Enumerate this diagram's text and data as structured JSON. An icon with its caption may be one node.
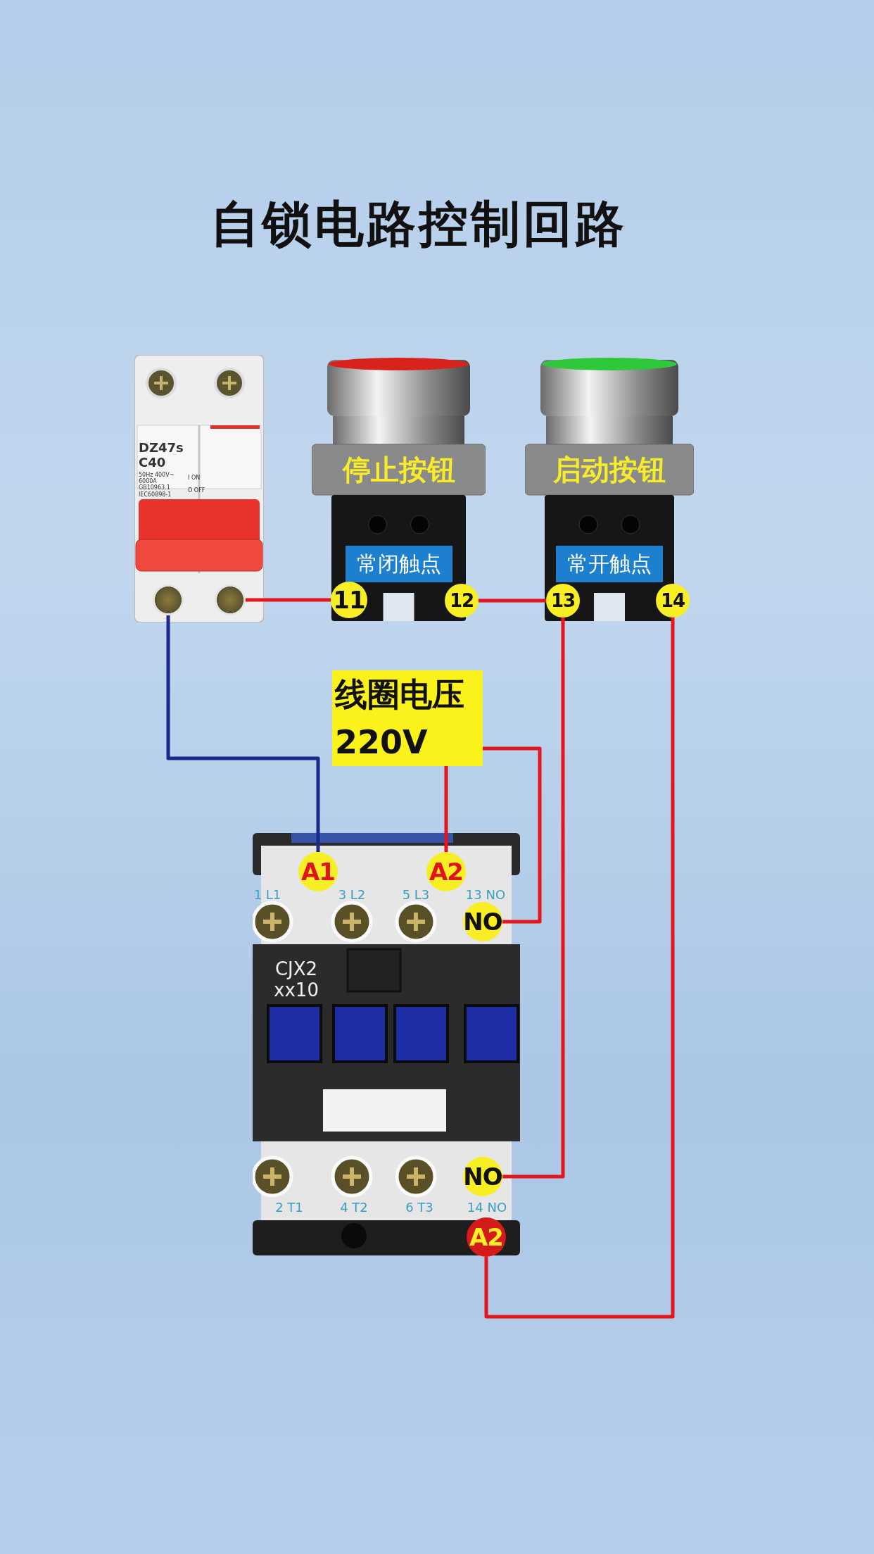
{
  "diagram": {
    "title": "自锁电路控制回路",
    "nodes": [
      {
        "text": [
          "DZ47s C40",
          "50Hz 400V~ 6000A GB10963.1 IEC60898-1",
          "I ON",
          "O OFF"
        ]
      },
      {
        "text": [],
        "shape": "circle",
        "in": 0
      },
      {
        "text": [],
        "shape": "circle",
        "in": 0
      },
      {
        "text": [
          "停止按钮",
          "常闭触点"
        ]
      },
      {
        "text": [
          "11"
        ],
        "in": 3
      },
      {
        "text": [
          "12"
        ],
        "in": 3
      },
      {
        "text": [
          "启动按钮",
          "常开触点"
        ]
      },
      {
        "text": [
          "13"
        ],
        "in": 6
      },
      {
        "text": [
          "14"
        ],
        "in": 6
      },
      {
        "text": [
          "CJX2 xx10"
        ]
      },
      {
        "text": [
          "A1"
        ],
        "in": 9
      },
      {
        "text": [
          "A2"
        ],
        "in": 9
      },
      {
        "text": [
          "NO"
        ],
        "in": 9
      },
      {
        "text": [
          "NO"
        ],
        "in": 9
      },
      {
        "text": [
          "A2"
        ],
        "in": 9
      }
    ],
    "edges": [
      {
        "from": 2,
        "to": 4,
        "arrow": "none"
      },
      {
        "from": 5,
        "to": 7,
        "arrow": "none"
      },
      {
        "from": 1,
        "to": 10,
        "arrow": "none",
        "color": "#1a2a8c"
      },
      {
        "from": 11,
        "to": 12,
        "arrow": "none"
      },
      {
        "from": 7,
        "to": 13,
        "arrow": "none"
      },
      {
        "from": 8,
        "to": 14,
        "arrow": "none"
      }
    ],
    "labels": [
      "线圈电压 220V",
      "1 L1",
      "3 L2",
      "5 L3",
      "13 NO",
      "2 T1",
      "4 T2",
      "6 T3",
      "14 NO"
    ]
  }
}
